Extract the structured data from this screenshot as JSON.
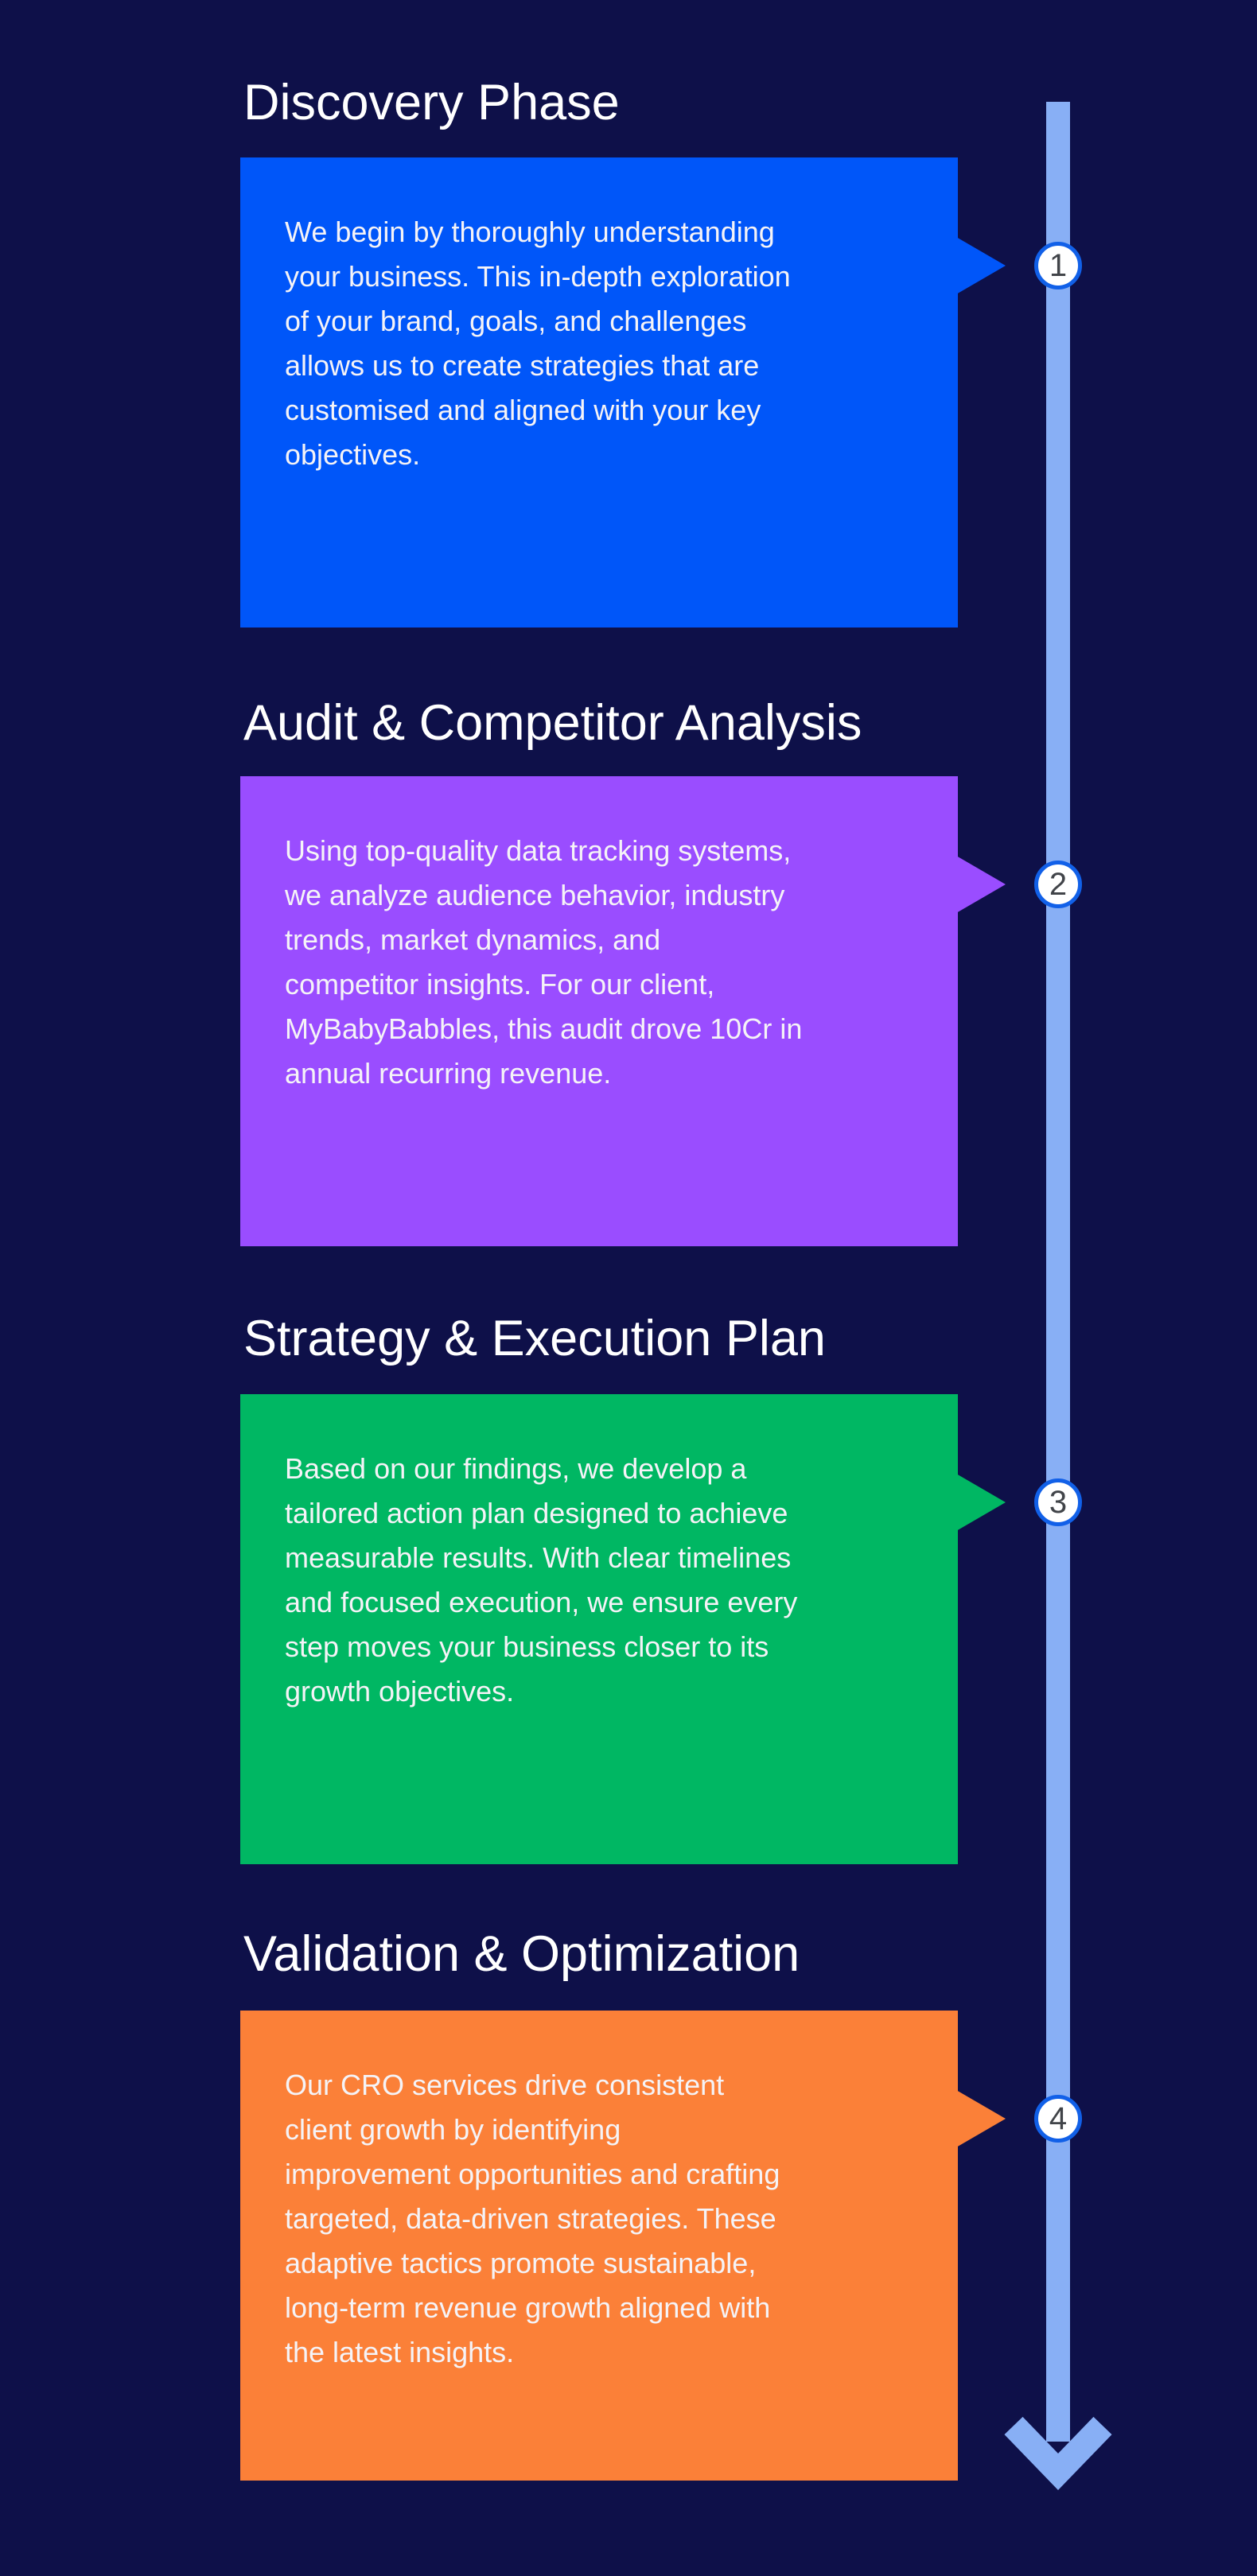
{
  "background": "#0E1049",
  "colors": {
    "title_text": "#FFFFFF",
    "body_text": "#F5F3F7",
    "timeline_line": "#88AFF5",
    "circle_border": "#1160E8",
    "circle_fill": "#FFFFFF",
    "circle_number": "#414449"
  },
  "icons": {
    "flow_end": "arrow-down-icon",
    "card_pointer": "triangle-right-icon"
  },
  "steps": [
    {
      "number": "1",
      "title": "Discovery Phase",
      "color": "#0056F9",
      "body": "We begin by thoroughly understanding\nyour business. This in-depth exploration\nof your brand, goals, and challenges\nallows us to create strategies that are\ncustomised and aligned with your key\nobjectives."
    },
    {
      "number": "2",
      "title": "Audit & Competitor Analysis",
      "color": "#9A4DFF",
      "body": "Using top-quality data tracking systems,\nwe analyze audience behavior, industry\ntrends, market dynamics, and\ncompetitor insights. For our client,\nMyBabyBabbles, this audit drove 10Cr in\nannual recurring revenue."
    },
    {
      "number": "3",
      "title": "Strategy & Execution Plan",
      "color": "#00B763",
      "body": "Based on our findings, we develop a\ntailored action plan designed to achieve\nmeasurable results. With clear timelines\nand focused execution, we ensure every\nstep moves your business closer to its\ngrowth objectives."
    },
    {
      "number": "4",
      "title": "Validation & Optimization",
      "color": "#FB8038",
      "body": "Our CRO services drive consistent\nclient growth by identifying\nimprovement opportunities and crafting\ntargeted, data-driven strategies. These\nadaptive tactics promote sustainable,\nlong-term revenue growth aligned with\nthe latest insights."
    }
  ]
}
